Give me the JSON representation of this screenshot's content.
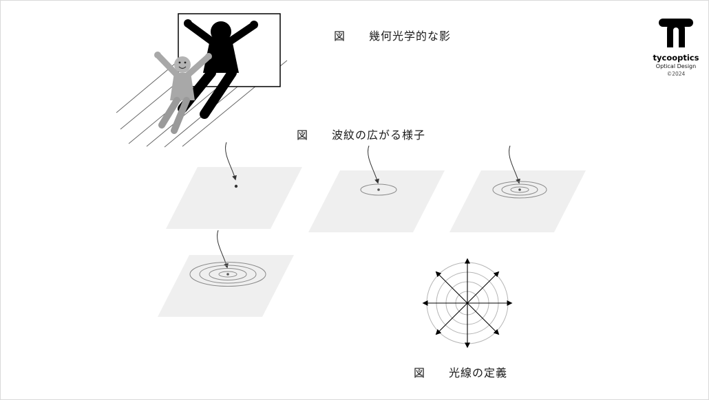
{
  "captions": {
    "shadow": {
      "label": "図",
      "title": "幾何光学的な影"
    },
    "ripple": {
      "label": "図",
      "title": "波紋の広がる様子"
    },
    "ray": {
      "label": "図",
      "title": "光線の定義"
    }
  },
  "logo": {
    "name": "tycooptics",
    "subtitle": "Optical Design",
    "copyright": "©2024"
  },
  "colors": {
    "panel_fill": "#efefef",
    "ripple_stroke": "#8a8a8a",
    "circle_stroke": "#b5b5b5",
    "arrow_color": "#333333",
    "figure_black": "#000000",
    "figure_gray": "#a8a8a8"
  }
}
